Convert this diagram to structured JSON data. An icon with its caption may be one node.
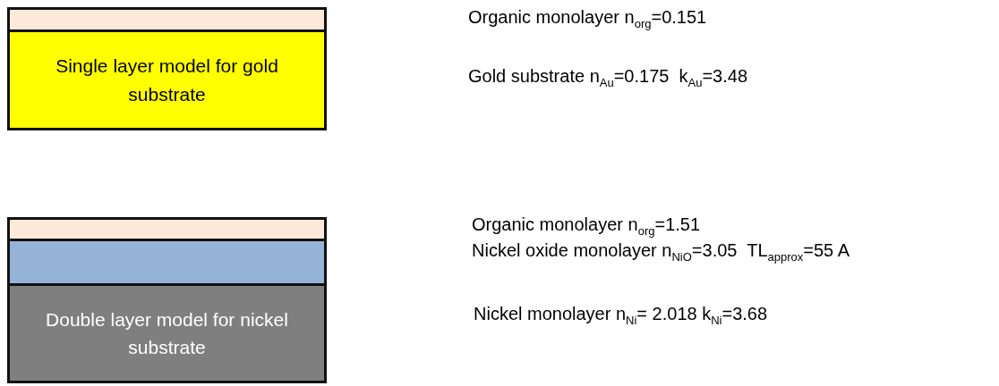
{
  "diagram": {
    "nodes": [
      {
        "text": [],
        "shape": "box"
      },
      {
        "text": [
          "Single layer model for gold substrate"
        ]
      },
      {
        "text": [],
        "shape": "box"
      },
      {
        "text": [],
        "shape": "box"
      },
      {
        "text": [
          "Double layer model for nickel substrate"
        ]
      }
    ],
    "labels": [
      "Organic monolayer n$_{org}$=0.151",
      "Gold substrate n$_{Au}$=0.175  k$_{Au}$=3.48",
      "Organic monolayer n$_{org}$=1.51",
      "Nickel oxide monolayer n$_{NiO}$=3.05  TL$_{approx}$=55 A",
      "Nickel monolayer n$_{Ni}$= 2.018 k$_{Ni}$=3.68"
    ]
  }
}
